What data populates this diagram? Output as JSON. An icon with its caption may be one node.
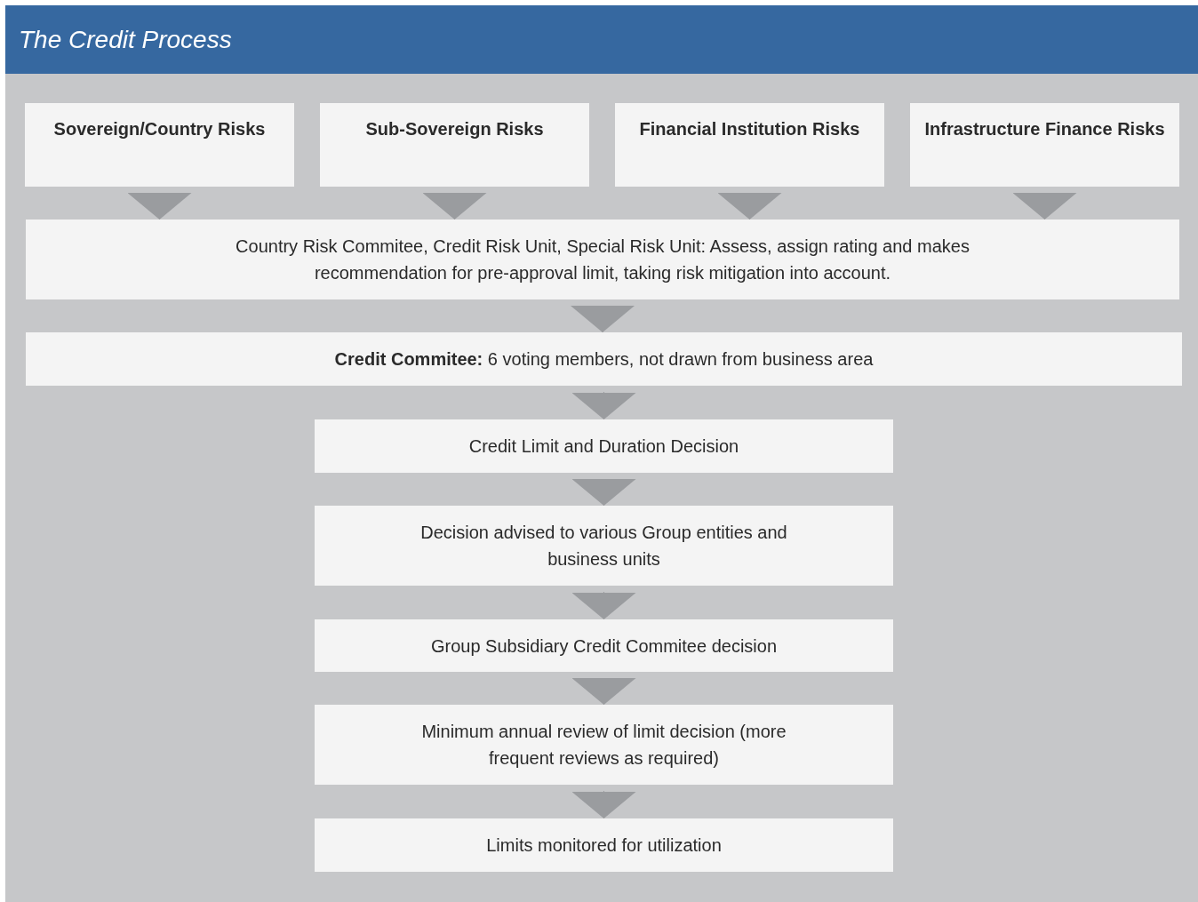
{
  "diagram": {
    "title": "The Credit Process",
    "nodes": [
      {
        "text": [
          "Sovereign/Country Risks"
        ]
      },
      {
        "text": [
          "Sub-Sovereign Risks"
        ]
      },
      {
        "text": [
          "Financial Institution Risks"
        ]
      },
      {
        "text": [
          "Infrastructure Finance Risks"
        ]
      },
      {
        "text": [
          "Country Risk Commitee, Credit Risk Unit, Special Risk Unit: Assess, assign rating and makes recommendation for pre-approval limit, taking risk mitigation into account."
        ]
      },
      {
        "text": [
          "**Credit Commitee:** 6 voting members, not drawn from business area"
        ]
      },
      {
        "text": [
          "Credit Limit and Duration Decision"
        ]
      },
      {
        "text": [
          "Decision advised to various Group entities and business units"
        ]
      },
      {
        "text": [
          "Group Subsidiary Credit Commitee decision"
        ]
      },
      {
        "text": [
          "Minimum annual review of limit decision (more frequent reviews as required)"
        ]
      },
      {
        "text": [
          "Limits monitored for utilization"
        ]
      }
    ],
    "edges": [
      {
        "from": 0,
        "to": 4,
        "arrow": "to"
      },
      {
        "from": 1,
        "to": 4,
        "arrow": "to"
      },
      {
        "from": 2,
        "to": 4,
        "arrow": "to"
      },
      {
        "from": 3,
        "to": 4,
        "arrow": "to"
      },
      {
        "from": 4,
        "to": 5,
        "arrow": "to"
      },
      {
        "from": 5,
        "to": 6,
        "arrow": "to"
      },
      {
        "from": 6,
        "to": 7,
        "arrow": "to"
      },
      {
        "from": 7,
        "to": 8,
        "arrow": "to"
      },
      {
        "from": 8,
        "to": 9,
        "arrow": "to"
      },
      {
        "from": 9,
        "to": 10,
        "arrow": "to"
      }
    ]
  }
}
